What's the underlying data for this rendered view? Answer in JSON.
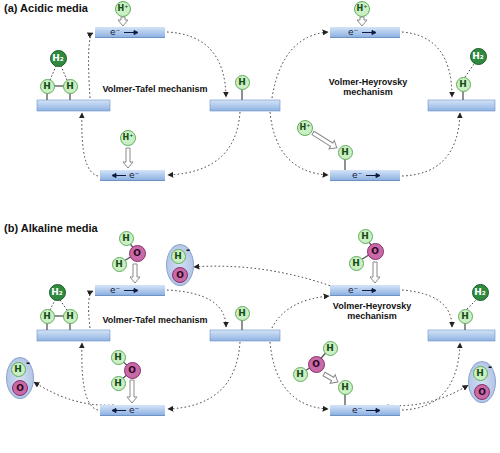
{
  "diagram": {
    "nodes": [
      {
        "text": [
          "e⁻"
        ]
      },
      {
        "text": [
          "H⁺"
        ]
      },
      {
        "text": [
          "e⁻"
        ]
      },
      {
        "text": [
          "H⁺"
        ]
      },
      {
        "text": [
          "H₂"
        ]
      },
      {
        "text": [
          "H"
        ]
      },
      {
        "text": [
          "H"
        ]
      },
      {
        "text": [
          "H"
        ]
      },
      {
        "text": [
          "e⁻"
        ]
      },
      {
        "text": [
          "H⁺"
        ]
      },
      {
        "text": [
          "e⁻"
        ]
      },
      {
        "text": [
          "H⁺"
        ]
      },
      {
        "text": [
          "H"
        ]
      },
      {
        "text": [
          "H₂"
        ]
      },
      {
        "text": [
          "H"
        ]
      },
      {
        "text": [
          "e⁻"
        ]
      },
      {
        "text": [
          "H"
        ]
      },
      {
        "text": [
          "O"
        ]
      },
      {
        "text": [
          "H"
        ]
      },
      {
        "text": [
          "e⁻"
        ]
      },
      {
        "text": [
          "H"
        ]
      },
      {
        "text": [
          "O"
        ]
      },
      {
        "text": [
          "H"
        ]
      },
      {
        "text": [
          "H₂"
        ]
      },
      {
        "text": [
          "H"
        ]
      },
      {
        "text": [
          "H"
        ]
      },
      {
        "text": [
          "-"
        ]
      },
      {
        "text": [
          "H"
        ],
        "in": 26
      },
      {
        "text": [
          "O"
        ],
        "in": 26
      },
      {
        "text": [
          "-"
        ]
      },
      {
        "text": [
          "H"
        ],
        "in": 29
      },
      {
        "text": [
          "O"
        ],
        "in": 29
      },
      {
        "text": [
          "H"
        ]
      },
      {
        "text": [
          "e⁻"
        ]
      },
      {
        "text": [
          "H"
        ]
      },
      {
        "text": [
          "O"
        ]
      },
      {
        "text": [
          "H"
        ]
      },
      {
        "text": [
          "e⁻"
        ]
      },
      {
        "text": [
          "H"
        ]
      },
      {
        "text": [
          "O"
        ]
      },
      {
        "text": [
          "H"
        ]
      },
      {
        "text": [
          "H"
        ]
      },
      {
        "text": [
          "H₂"
        ]
      },
      {
        "text": [
          "H"
        ]
      },
      {
        "text": [
          "-"
        ]
      },
      {
        "text": [
          "H"
        ],
        "in": 44
      },
      {
        "text": [
          "O"
        ],
        "in": 44
      }
    ],
    "edges": [
      {
        "from": 19,
        "to": 26,
        "arrow": "to"
      },
      {
        "from": 33,
        "to": 29,
        "arrow": "to"
      },
      {
        "from": 37,
        "to": 44,
        "arrow": "to"
      }
    ],
    "labels": [
      "(a) Acidic media",
      "Volmer-Tafel mechanism",
      "Volmer-Heyrovsky mechanism",
      "(b) Alkaline media",
      "Volmer-Tafel mechanism",
      "Volmer-Heyrovsky mechanism"
    ]
  }
}
